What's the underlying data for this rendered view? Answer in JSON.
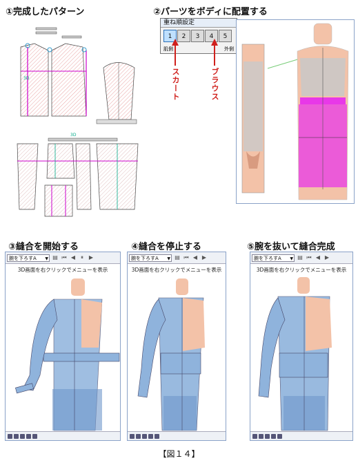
{
  "steps": {
    "s1": "①完成したパターン",
    "s2": "②パーツをボディに配置する",
    "s3": "③縫合を開始する",
    "s4": "④縫合を停止する",
    "s5": "⑤腕を抜いて縫合完成"
  },
  "layer_widget": {
    "title": "重ね順設定",
    "cells": [
      "1",
      "2",
      "3",
      "4",
      "5"
    ],
    "selected": "1",
    "left_label": "肌側",
    "right_label": "外側"
  },
  "annotations": {
    "skirt": "スカート",
    "blouse": "ブラウス"
  },
  "pattern_label": "3D",
  "sim_panel": {
    "dropdown": "腕を下ろすA",
    "hint": "3D画面を右クリックでメニューを表示"
  },
  "caption": "【図１４】",
  "colors": {
    "blouse": "#8fb3dc",
    "skirt_body": "#e838e8",
    "skin": "#f3c2a8",
    "annot": "#d0201c"
  }
}
